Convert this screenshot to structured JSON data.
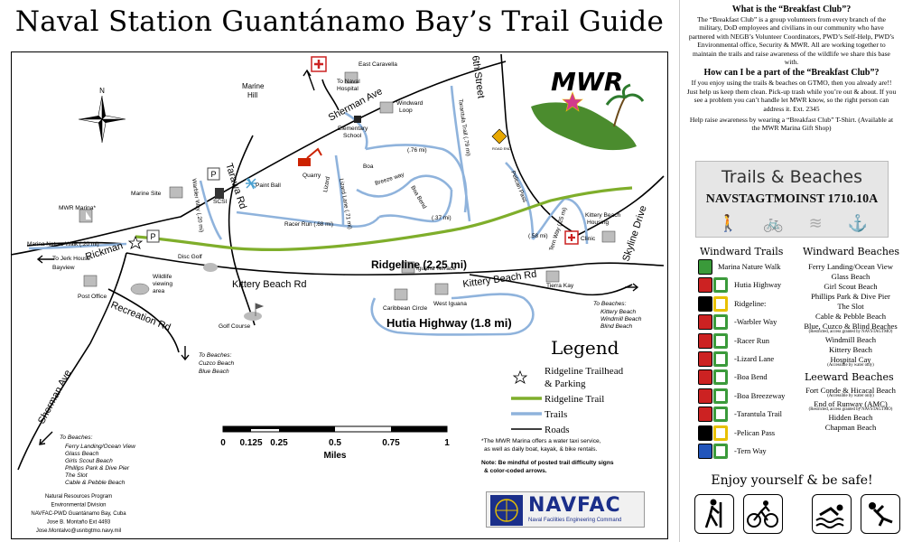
{
  "map": {
    "title": "Naval Station Guantánamo Bay’s Trail Guide",
    "roads": {
      "sherman_ave_top": "Sherman Ave",
      "sixth_street": "6th Street",
      "skyline_drive": "Skyline Drive",
      "tarawa_rd": "Tarawa Rd",
      "kittery_beach_rd_left": "Kittery Beach Rd",
      "kittery_beach_rd_right": "Kittery Beach Rd",
      "recreation_rd": "Recreation Rd",
      "sherman_ave_bottom": "Sherman Ave",
      "rickman": "Rickman"
    },
    "trails": {
      "ridgeline": "Ridgeline (2.25 mi)",
      "hutia_highway": "Hutia Highway (1.8 mi)",
      "marina_nature_walk": "Marina Nature Walk (.20 mi)",
      "warbler_way": "Warbler Way (.20 mi)",
      "racer_run": "Racer Run (.68 mi)",
      "lizard_lane": "Lizard Lane (.71 mi)",
      "lizard_label": "Lizard",
      "boa": "Boa",
      "breeze_way": "Breeze way",
      "boa_bend": "Boa Bend",
      "tarantula_trail": "Tarantula Trail (.79 mi)",
      "pelican_pass": "Pelican Pass",
      "tern_way": "Tern Way (.25 mi)",
      "d76": "(.76 mi)",
      "d37": "(.37 mi)",
      "d58": "(.58 mi)"
    },
    "places": {
      "east_caravella": "East Caravella",
      "to_naval_hospital_1": "To Naval",
      "to_naval_hospital_2": "Hospital",
      "marine_hill_1": "Marine",
      "marine_hill_2": "Hill",
      "windward_loop_1": "Windward",
      "windward_loop_2": "Loop",
      "elementary_school_1": "Elementary",
      "elementary_school_2": "School",
      "quarry": "Quarry",
      "paint_ball": "Paint Ball",
      "marine_site": "Marine Site",
      "scsi": "SCSI",
      "mwr_marina": "MWR Marina*",
      "to_jerk_house_1": "To Jerk House",
      "to_jerk_house_2": "Bayview",
      "disc_golf": "Disc Golf",
      "wildlife_1": "Wildlife",
      "wildlife_2": "viewing",
      "wildlife_3": "area",
      "post_office": "Post Office",
      "iguana_terrace": "Iguana Terrace",
      "caribbean_circle": "Caribbean Circle",
      "west_iguana": "West Iguana",
      "tierra_kay": "Tierra Kay",
      "windward_beach_housing_1": "Kittery Beach",
      "windward_beach_housing_2": "Housing",
      "clinic": "Clinic",
      "golf_course": "Golf Course",
      "to_beaches_right": "To Beaches:",
      "to_beaches_right_list": [
        "Kittery Beach",
        "Windmill Beach",
        "Blind Beach"
      ],
      "to_beaches_mid": "To Beaches:",
      "to_beaches_mid_list": [
        "Cuzco Beach",
        "Blue Beach"
      ],
      "to_beaches_left": "To Beaches:",
      "to_beaches_left_list": [
        "Ferry Landing/Ocean View",
        "Glass Beach",
        "Girls Scout Beach",
        "Phillips Park & Dive Pier",
        "The Slot",
        "Cable & Pebble Beach"
      ],
      "road_sign": "ROAD END"
    },
    "scale": {
      "ticks": [
        "0",
        "0.125",
        "0.25",
        "0.5",
        "0.75",
        "1"
      ],
      "unit": "Miles"
    },
    "legend": {
      "title": "Legend",
      "trailhead_1": "Ridgeline Trailhead",
      "trailhead_2": "& Parking",
      "ridgeline_trail": "Ridgeline Trail",
      "trails": "Trails",
      "roads": "Roads"
    },
    "notes": {
      "marina_1": "*The MWR Marina offers a water taxi service,",
      "marina_2": "as well as daily boat, kayak, & bike rentals.",
      "mindful_1": "Note: Be mindful of posted trail difficulty signs",
      "mindful_2": "& color-coded arrows."
    },
    "credits": [
      "Natural Resources Program",
      "Environmental Division",
      "NAVFAC-PWD Guantánamo Bay, Cuba",
      "Jose B. Montaño Ext 4493",
      "Jose.Montalvo@usnbgtmo.navy.mil"
    ],
    "navfac": {
      "name": "NAVFAC",
      "sub": "Naval Facilities Engineering Command"
    },
    "mwr_logo": "MWR",
    "colors": {
      "ridgeline": "#7fae2b",
      "trails": "#8fb3dc",
      "roads": "#000000",
      "hospital": "#cc2222",
      "quarry": "#cc2200"
    }
  },
  "sidebar": {
    "q1": "What is the “Breakfast Club”?",
    "p1": "The “Breakfast Club” is a group volunteers from every branch of the military, DoD employees and civilians in our community who have partnered with NEGB’s Volunteer Coordinators, PWD’s Self-Help, PWD’s Environmental office, Security & MWR. All are working together to maintain the trails and raise awareness of the wildlife we share this base with.",
    "q2": "How can I be a part of the “Breakfast Club”?",
    "p2": "If you enjoy using the trails & beaches on GTMO, then you already are!! Just help us keep them clean. Pick-up trash while you’re out & about. If you see a problem you can’t handle let MWR know, so the right person can address it. Ext. 2345",
    "p3": "Help raise awareness by wearing a “Breakfast Club” T-Shirt. (Available at the MWR Marina Gift Shop)",
    "tb_title": "Trails & Beaches",
    "tb_sub": "NAVSTAGTMOINST 1710.10A",
    "windward_trails_h": "Windward Trails",
    "windward_beaches_h": "Windward Beaches",
    "leeward_beaches_h": "Leeward Beaches",
    "trails": [
      {
        "label": "Marina Nature Walk",
        "c1": "#3a9a3a",
        "c2": null
      },
      {
        "label": "Hutia Highway",
        "c1": "#cc2222",
        "c2": "#3a9a3a"
      },
      {
        "label": "Ridgeline:",
        "c1": "#000000",
        "c2": "#e8c000"
      },
      {
        "label": "-Warbler Way",
        "c1": "#cc2222",
        "c2": "#3a9a3a"
      },
      {
        "label": "-Racer Run",
        "c1": "#cc2222",
        "c2": "#3a9a3a"
      },
      {
        "label": "-Lizard Lane",
        "c1": "#cc2222",
        "c2": "#3a9a3a"
      },
      {
        "label": "-Boa Bend",
        "c1": "#cc2222",
        "c2": "#3a9a3a"
      },
      {
        "label": "-Boa Breezeway",
        "c1": "#cc2222",
        "c2": "#3a9a3a"
      },
      {
        "label": "-Tarantula Trail",
        "c1": "#cc2222",
        "c2": "#3a9a3a"
      },
      {
        "label": "-Pelican Pass",
        "c1": "#000000",
        "c2": "#e8c000"
      },
      {
        "label": "-Tern Way",
        "c1": "#2255bb",
        "c2": "#3a9a3a"
      }
    ],
    "windward_beaches": [
      "Ferry Landing/Ocean View",
      "Glass Beach",
      "Girl Scout Beach",
      "Phillips Park & Dive Pier",
      "The Slot",
      "Cable & Pebble Beach",
      "Blue, Cuzco & Blind Beaches",
      "Windmill Beach",
      "Kittery Beach",
      "Hospital Cay"
    ],
    "windward_notes": {
      "blue": "(Restricted, access granted by NAVSTAGTMO)",
      "hospital": "(Accessible by water only)"
    },
    "leeward_beaches": [
      "Fort Conde & Hicacal Beach",
      "End of Runway (AMC)",
      "Hidden Beach",
      "Chapman Beach"
    ],
    "leeward_notes": {
      "fort": "(Accessible by water only)",
      "runway": "(Restricted, access granted by NAVSTAGTMO)"
    },
    "enjoy": "Enjoy yourself & be safe!",
    "activities": [
      "hiking-icon",
      "cycling-icon",
      "swimming-icon",
      "diving-icon"
    ]
  }
}
